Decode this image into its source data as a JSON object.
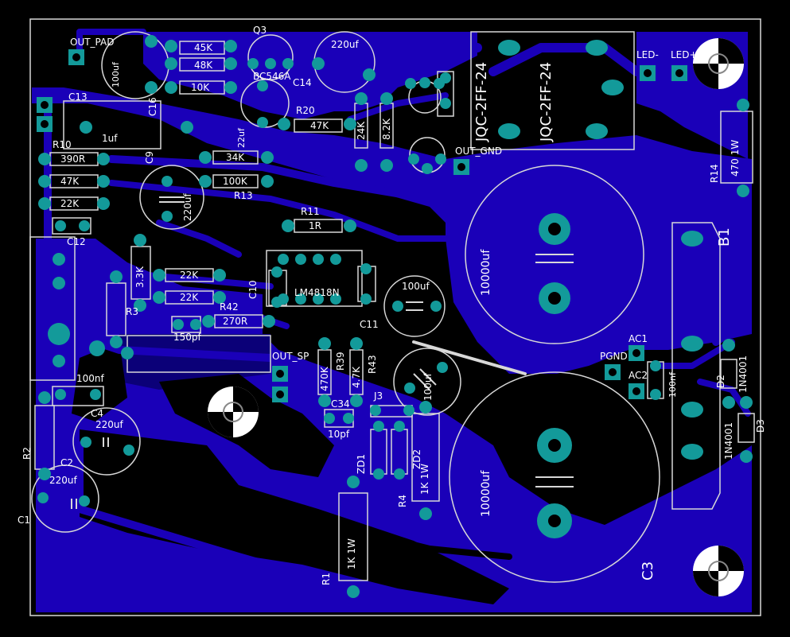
{
  "labels": {
    "out_pad": "OUT_PAD",
    "q3": "Q3",
    "c220_top": "220uf",
    "relay_a": "JQC-2FF-24",
    "relay_b": "JQC-2FF-24",
    "led_minus": "LED-",
    "led_plus": "LED+",
    "c13": "C13",
    "c100_top": "100uf",
    "r45k": "45K",
    "r48k": "48K",
    "r10k": "10K",
    "bc546a": "BC546A",
    "c14": "C14",
    "c16": "C16",
    "c1uf": "1uf",
    "r20": "R20",
    "r47k_mid": "47K",
    "r24k": "24K",
    "r8k": "8.2K",
    "out_gnd": "OUT_GND",
    "r14": "R14",
    "r470": "470 1W",
    "r10": "R10",
    "r390": "390R",
    "r47k": "47K",
    "r22k": "22K",
    "c9": "C9",
    "c220_c9": "220uf",
    "r34k": "34K",
    "r100k": "100K",
    "r13": "R13",
    "c22uf": "22uf",
    "r11": "R11",
    "r1r": "1R",
    "c10000_top": "10000uf",
    "b1": "B1",
    "c12": "C12",
    "r33k": "3.3K",
    "r22k_b": "22K",
    "r22k_c": "22K",
    "lm4": "LM4818N",
    "c10": "C10",
    "c100uf_mid": "100uf",
    "c11": "C11",
    "r42": "R42",
    "r270": "270R",
    "r3": "R3",
    "c150pf": "150pf",
    "out_sp": "OUT_SP",
    "r470k": "470K",
    "r39": "R39",
    "r43": "R43",
    "r4k": "4.7K",
    "pgnd": "PGND",
    "ac1": "AC1",
    "ac2": "AC2",
    "c100nf": "100nf",
    "c4": "C4",
    "c220uf_left": "220uf",
    "c34": "C34",
    "c10pf": "10pf",
    "j3": "J3",
    "c100uf_bot": "100uf",
    "d2": "D2",
    "d1n4001a": "1N4001",
    "d1n4001b": "1N4001",
    "d3": "D3",
    "r2": "R2",
    "c2": "C2",
    "c220uf_c2": "220uf",
    "c1": "C1",
    "zd1": "ZD1",
    "zd2": "ZD2",
    "r1k": "1K 1W",
    "r1k_b": "1K 1W",
    "r4": "R4",
    "c10000_bot": "10000uf",
    "r1": "R1",
    "c3": "C3"
  },
  "colors": {
    "copper": "#1a00b8",
    "copper_dark": "#0b0078",
    "silk": "#d8d8d8",
    "pad": "#139a9a",
    "hole": "#000000",
    "background": "#000000"
  }
}
